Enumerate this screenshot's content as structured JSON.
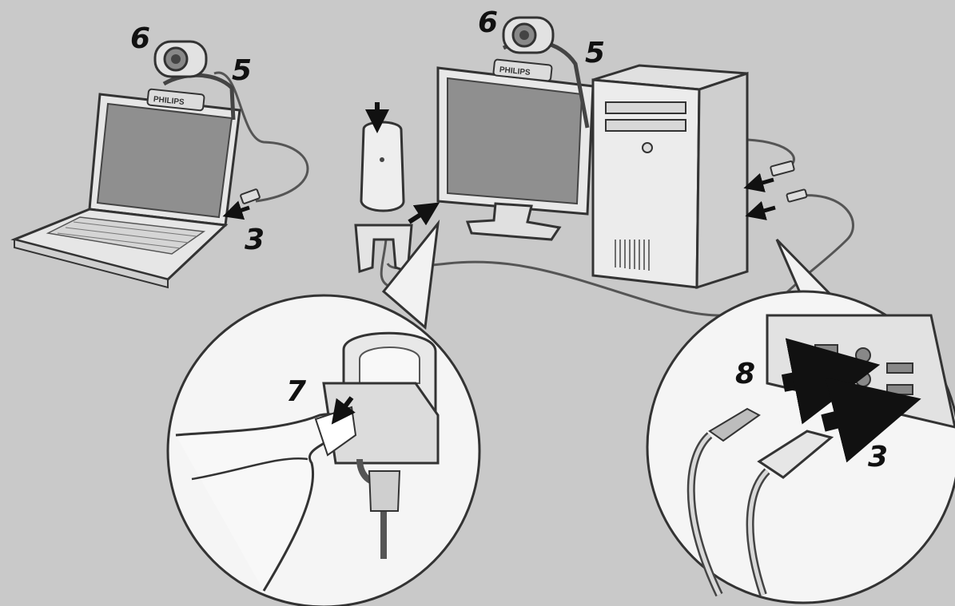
{
  "brand": "PHILIPS",
  "colors": {
    "background": "#c9c9c9",
    "outline": "#3a3a3a",
    "device_fill": "#e8e8e8",
    "screen": "#8f8f8f",
    "arrow": "#111111"
  },
  "callouts": {
    "laptop_cam_focus": "6",
    "laptop_cam_clip": "5",
    "laptop_usb": "3",
    "desktop_cam_focus": "6",
    "desktop_cam_clip": "5",
    "mic_attach": "7",
    "audio_plug": "8",
    "usb_plug": "3"
  }
}
